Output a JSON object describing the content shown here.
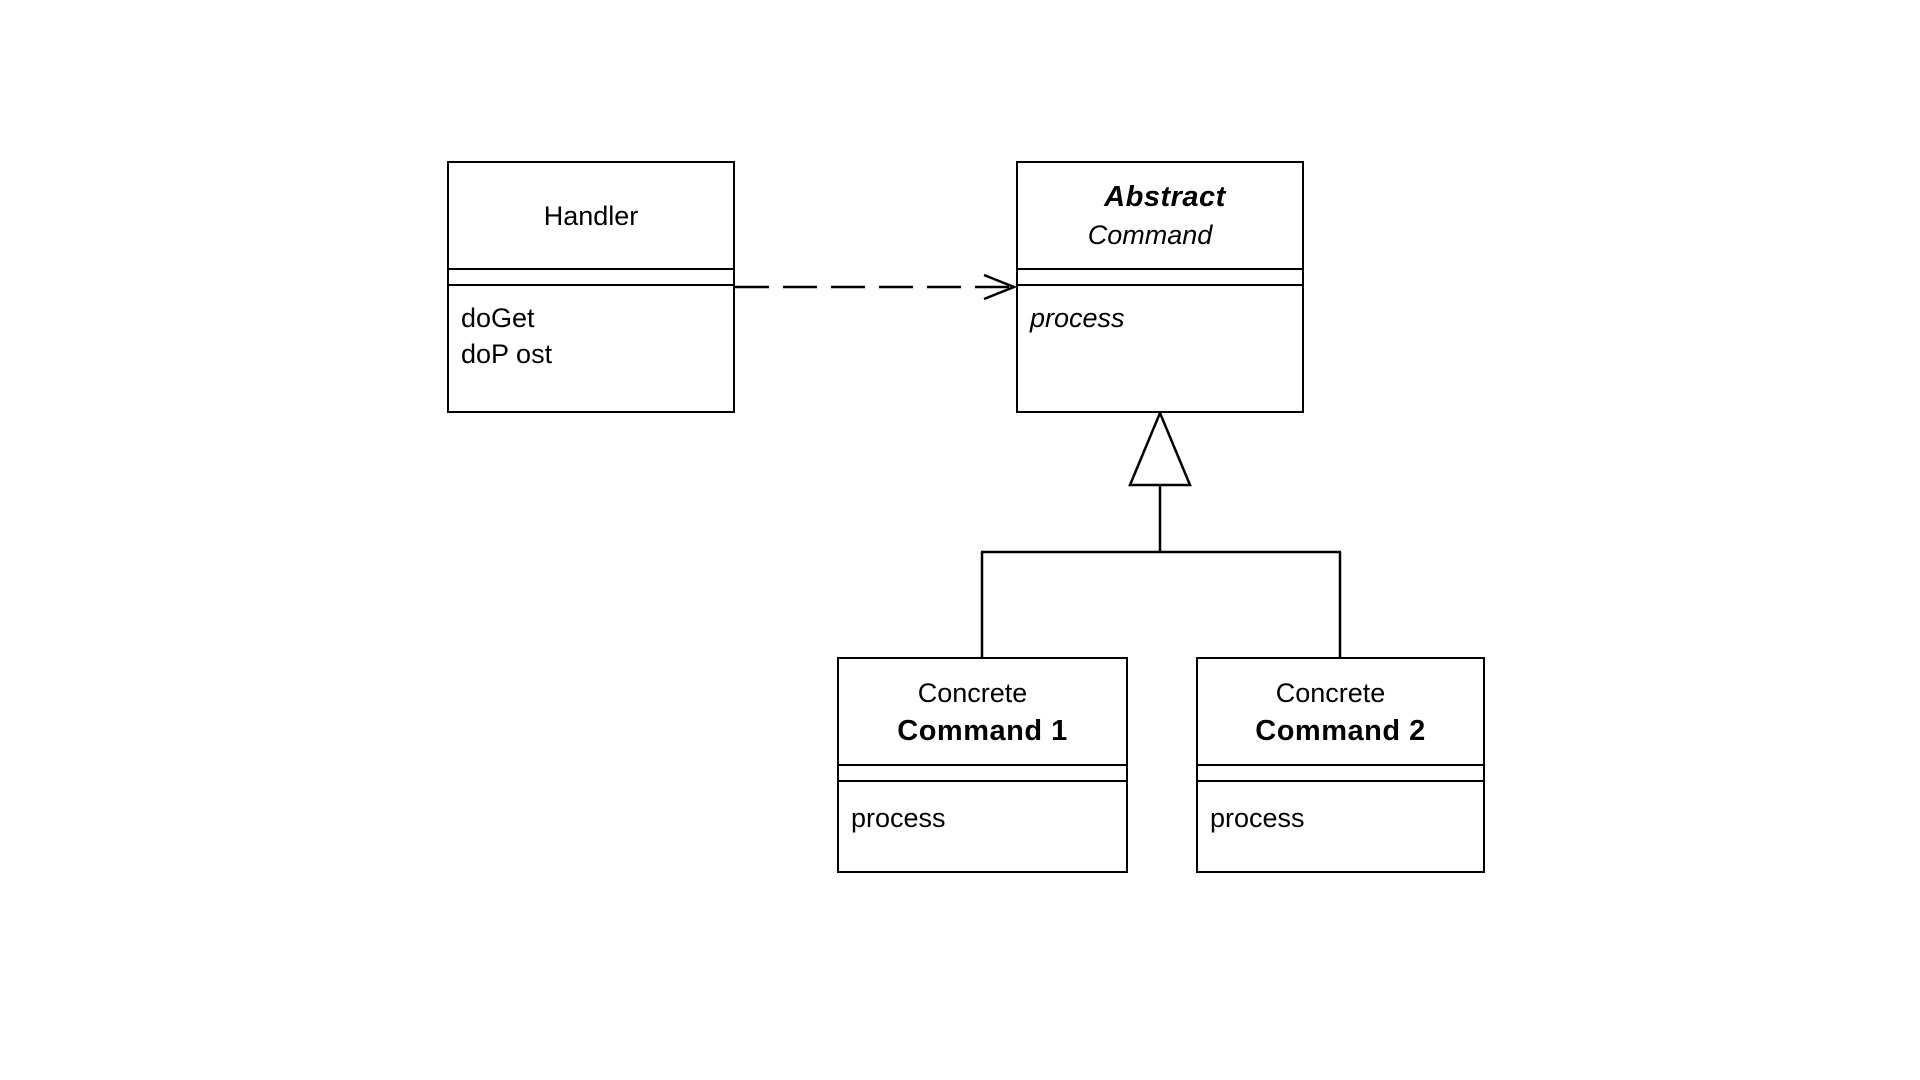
{
  "classes": {
    "handler": {
      "name": "Handler",
      "operations": [
        "doGet",
        "doP ost"
      ]
    },
    "abstract_command": {
      "name_line1": "Abstract",
      "name_line2": "Command",
      "operations": [
        "process"
      ]
    },
    "concrete_command_1": {
      "name_line1": "Concrete",
      "name_line2": "Command 1",
      "operations": [
        "process"
      ]
    },
    "concrete_command_2": {
      "name_line1": "Concrete",
      "name_line2": "Command 2",
      "operations": [
        "process"
      ]
    }
  },
  "relationships": [
    {
      "type": "dependency",
      "from": "Handler",
      "to": "Abstract Command"
    },
    {
      "type": "generalization",
      "from": "Concrete Command 1",
      "to": "Abstract Command"
    },
    {
      "type": "generalization",
      "from": "Concrete Command 2",
      "to": "Abstract Command"
    }
  ],
  "colors": {
    "line": "#000000",
    "background": "#ffffff"
  }
}
